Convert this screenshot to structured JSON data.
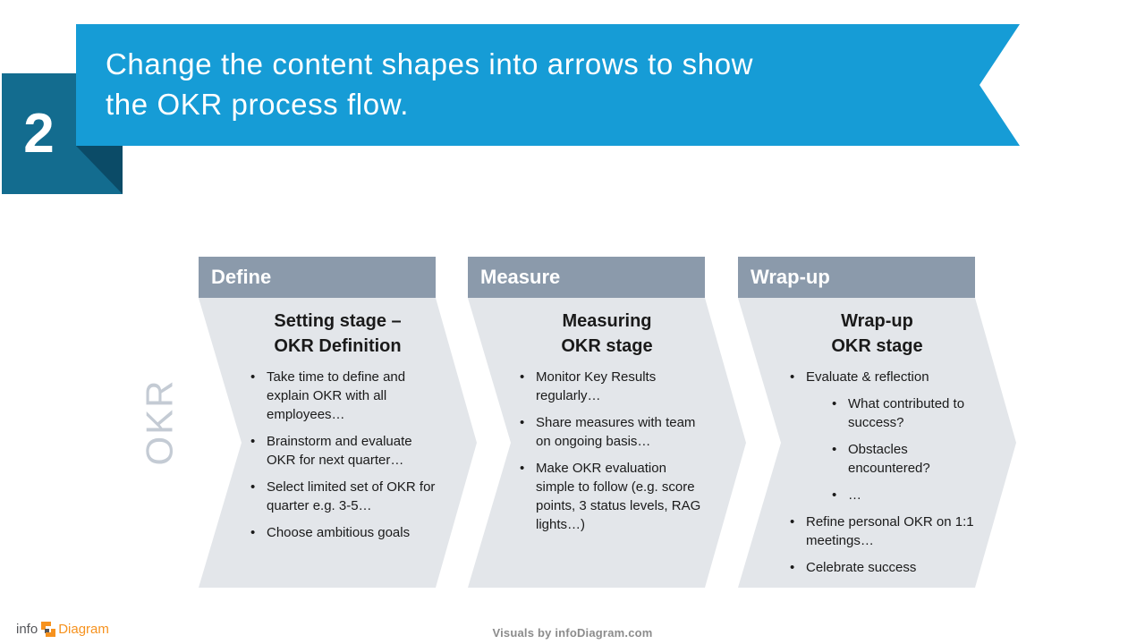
{
  "header": {
    "step_number": "2",
    "title_line1": "Change the content shapes into arrows to show",
    "title_line2": "the OKR process flow."
  },
  "side_label": "OKR",
  "stages": [
    {
      "header": "Define",
      "heading_line1": "Setting stage –",
      "heading_line2": "OKR Definition",
      "bullets": [
        {
          "level": 1,
          "text": "Take time to define and explain OKR with all employees…"
        },
        {
          "level": 1,
          "text": "Brainstorm and evaluate OKR for next quarter…"
        },
        {
          "level": 1,
          "text": "Select limited set of OKR for quarter e.g. 3-5…"
        },
        {
          "level": 1,
          "text": "Choose ambitious goals"
        }
      ]
    },
    {
      "header": "Measure",
      "heading_line1": "Measuring",
      "heading_line2": "OKR stage",
      "bullets": [
        {
          "level": 1,
          "text": "Monitor Key Results regularly…"
        },
        {
          "level": 1,
          "text": "Share measures with team on ongoing basis…"
        },
        {
          "level": 1,
          "text": "Make OKR evaluation simple to follow (e.g. score points, 3 status levels, RAG lights…)"
        }
      ]
    },
    {
      "header": "Wrap-up",
      "heading_line1": "Wrap-up",
      "heading_line2": "OKR stage",
      "bullets": [
        {
          "level": 1,
          "text": "Evaluate & reflection"
        },
        {
          "level": 2,
          "text": "What contributed to success?"
        },
        {
          "level": 2,
          "text": "Obstacles encountered?"
        },
        {
          "level": 2,
          "text": "…"
        },
        {
          "level": 1,
          "text": "Refine personal OKR on 1:1 meetings…"
        },
        {
          "level": 1,
          "text": "Celebrate success"
        }
      ]
    }
  ],
  "footer": {
    "credit": "Visuals by infoDiagram.com",
    "logo_info": "info",
    "logo_diagram": "Diagram"
  },
  "bullet_marker": "•",
  "colors": {
    "banner-blue": "#169CD6",
    "step-square": "#136C8F",
    "ribbon-fold": "#0B4B67",
    "stage-header-gray": "#8B9AAB",
    "arrow-body-gray": "#E3E6EA",
    "okr-label-gray": "#C4CBD4",
    "text-dark": "#1A1A1A",
    "logo-orange": "#F6921E",
    "logo-gray": "#55565A",
    "credit-gray": "#8C8C8C"
  }
}
